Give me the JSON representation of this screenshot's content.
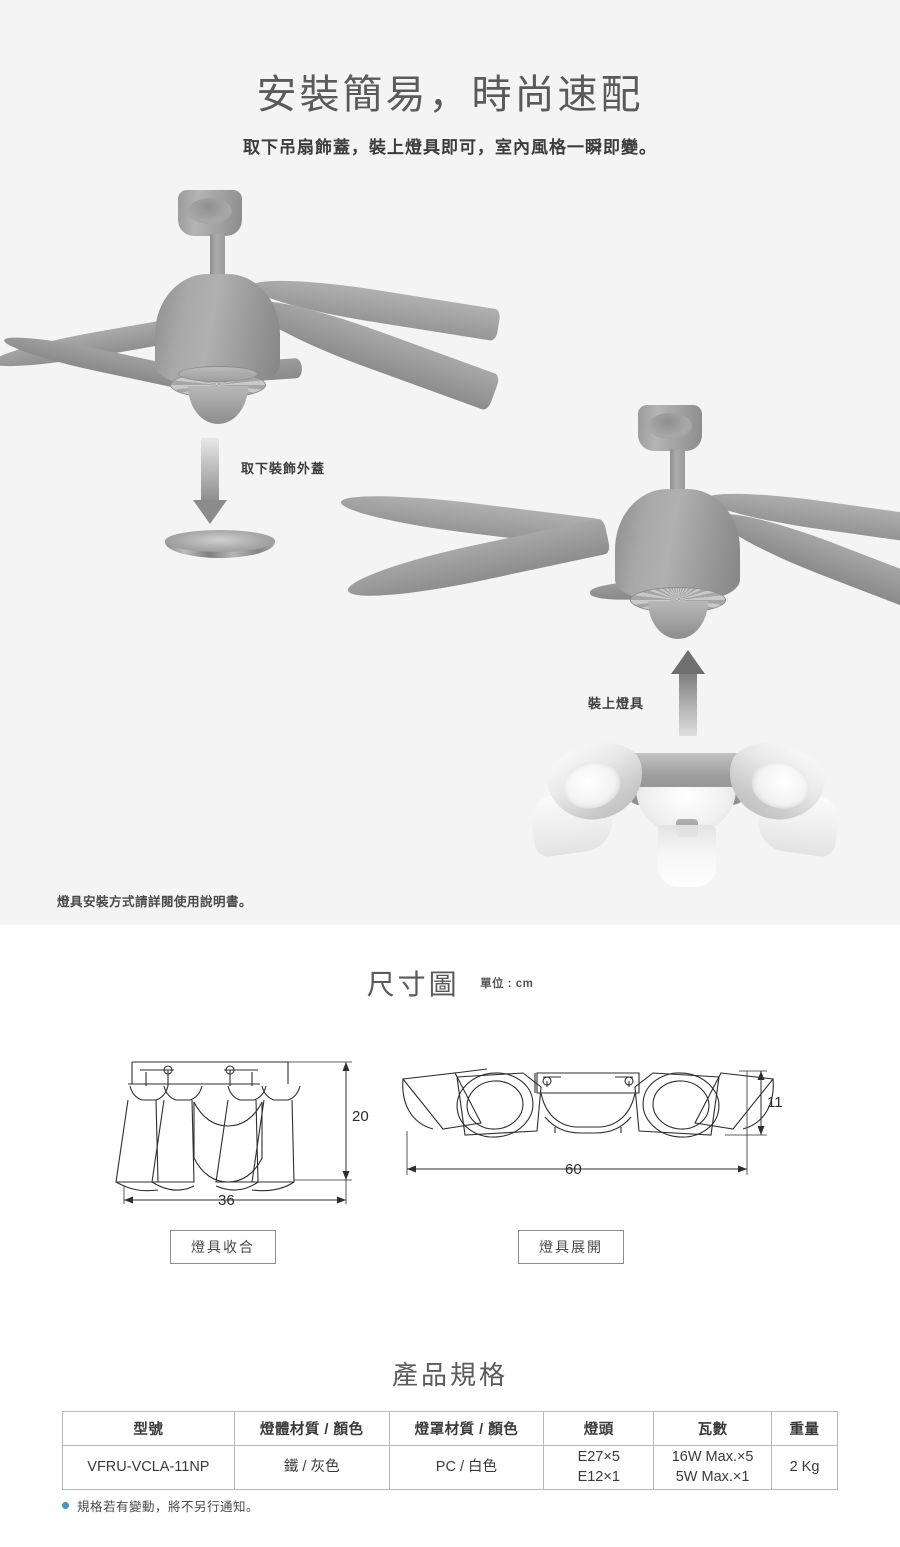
{
  "install": {
    "headline": "安裝簡易，時尚速配",
    "subhead": "取下吊扇飾蓋，裝上燈具即可，室內風格一瞬即變。",
    "step1_label": "取下裝飾外蓋",
    "step2_label": "裝上燈具",
    "footnote": "燈具安裝方式請詳閱使用說明書。"
  },
  "dimensions": {
    "title": "尺寸圖",
    "unit": "單位 : cm",
    "left": {
      "caption": "燈具收合",
      "width": "36",
      "height": "20"
    },
    "right": {
      "caption": "燈具展開",
      "width": "60",
      "height": "11"
    }
  },
  "spec": {
    "title": "產品規格",
    "headers": {
      "model": "型號",
      "body_material": "燈體材質 / 顏色",
      "shade_material": "燈罩材質 / 顏色",
      "socket": "燈頭",
      "wattage": "瓦數",
      "weight": "重量"
    },
    "row": {
      "model": "VFRU-VCLA-11NP",
      "body_material": "鐵 / 灰色",
      "shade_material": "PC / 白色",
      "socket_line1": "E27×5",
      "socket_line2": "E12×1",
      "wattage_line1": "16W Max.×5",
      "wattage_line2": "5W Max.×1",
      "weight": "2 Kg"
    },
    "note": "規格若有變動，將不另行通知。"
  },
  "colors": {
    "section_bg": "#f4f4f4",
    "heading": "#5a5a5a",
    "text": "#3d3d3d",
    "bullet": "#4a90c2",
    "table_border": "#b9b9b9"
  }
}
